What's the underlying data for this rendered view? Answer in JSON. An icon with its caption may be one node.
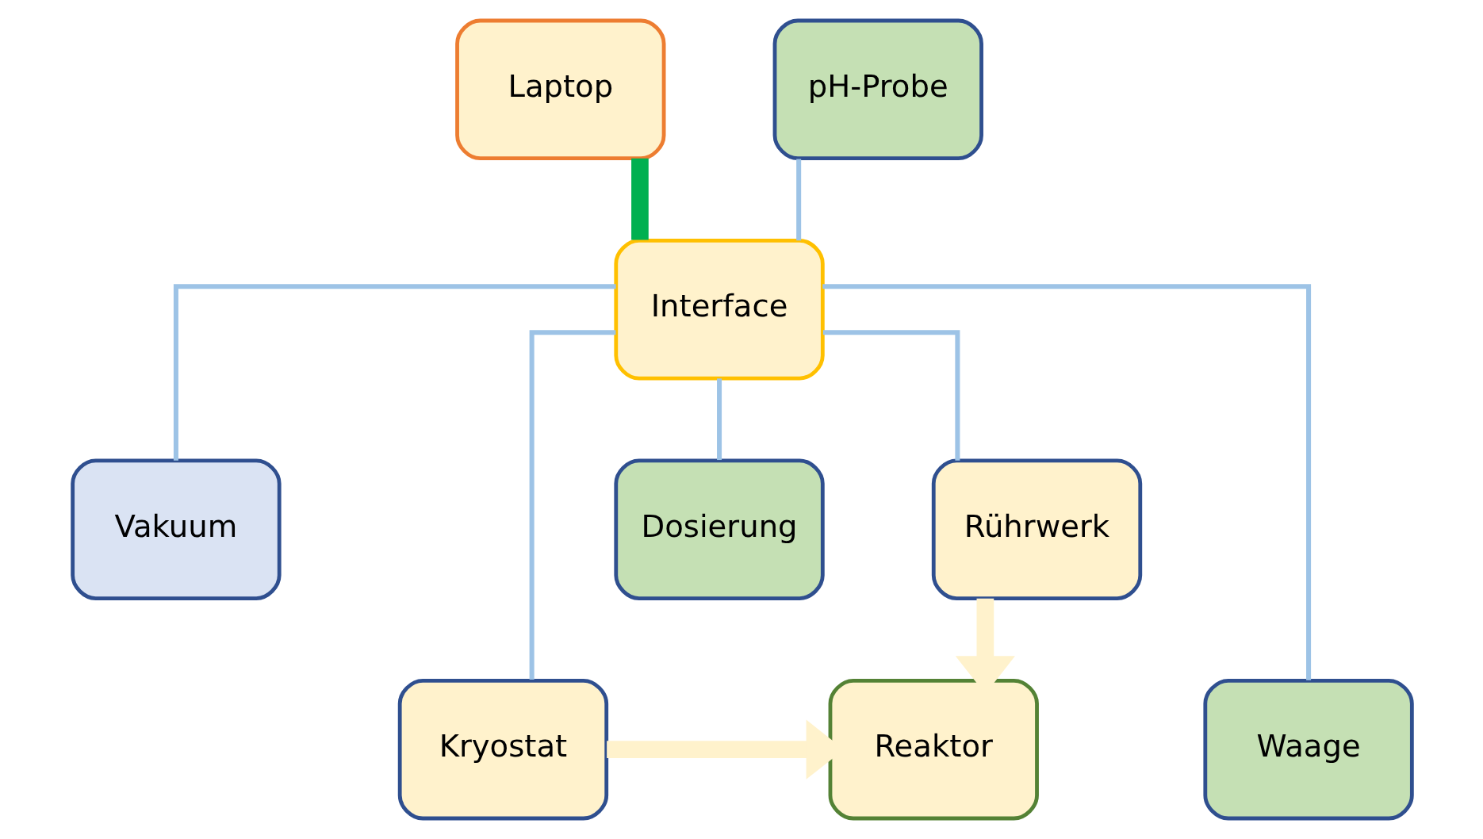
{
  "diagram": {
    "nodes": [
      {
        "text": [
          "Laptop"
        ]
      },
      {
        "text": [
          "pH-Probe"
        ]
      },
      {
        "text": [
          "Interface"
        ]
      },
      {
        "text": [
          "Vakuum"
        ]
      },
      {
        "text": [
          "Rührwerk"
        ]
      },
      {
        "text": [
          "Dosierung"
        ]
      },
      {
        "text": [
          "Kryostat"
        ]
      },
      {
        "text": [
          "Reaktor"
        ]
      },
      {
        "text": [
          "Waage"
        ]
      }
    ],
    "edges": [
      {
        "from": 0,
        "to": 2,
        "arrow": "none",
        "style": "thick",
        "color": "#00b050"
      },
      {
        "from": 2,
        "to": 1,
        "arrow": "none"
      },
      {
        "from": 2,
        "to": 6,
        "arrow": "none"
      },
      {
        "from": 2,
        "to": 3,
        "arrow": "none"
      },
      {
        "from": 2,
        "to": 4,
        "arrow": "none"
      },
      {
        "from": 2,
        "to": 5,
        "arrow": "none"
      },
      {
        "from": 2,
        "to": 8,
        "arrow": "none"
      },
      {
        "from": 4,
        "to": 7,
        "arrow": "to",
        "style": "thick",
        "color": "#fff2cc"
      },
      {
        "from": 6,
        "to": 7,
        "arrow": "to",
        "style": "thick",
        "color": "#fff2cc"
      }
    ]
  }
}
